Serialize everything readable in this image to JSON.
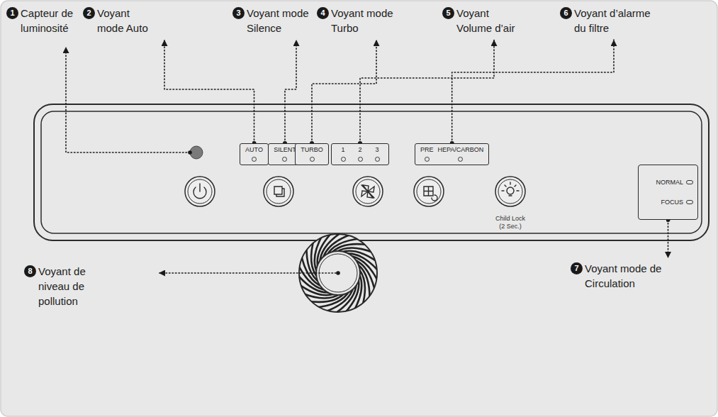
{
  "diagram": {
    "nodes": [
      {
        "text": [
          "1",
          "Capteur de luminosité"
        ]
      },
      {
        "text": [
          "2",
          "Voyant mode Auto"
        ]
      },
      {
        "text": [
          "3",
          "Voyant mode Silence"
        ]
      },
      {
        "text": [
          "4",
          "Voyant mode Turbo"
        ]
      },
      {
        "text": [
          "5",
          "Voyant Volume d’air"
        ]
      },
      {
        "text": [
          "6",
          "Voyant d’alarme du filtre"
        ]
      },
      {
        "text": [
          "AUTO"
        ]
      },
      {
        "text": [
          "SILENT"
        ]
      },
      {
        "text": [
          "TURBO"
        ]
      },
      {
        "text": [
          "1",
          "2",
          "3"
        ]
      },
      {
        "text": [
          "PRE",
          "HEPA/CARBON"
        ]
      },
      {
        "text": [
          "NORMAL",
          "FOCUS"
        ]
      },
      {
        "text": [
          "7",
          "Voyant mode de Circulation"
        ]
      },
      {
        "text": [
          "8",
          "Voyant de niveau de pollution"
        ]
      }
    ],
    "edges": [
      {
        "from": 6,
        "to": 1,
        "arrow": "to"
      },
      {
        "from": 7,
        "to": 2,
        "arrow": "to"
      },
      {
        "from": 8,
        "to": 3,
        "arrow": "to"
      },
      {
        "from": 9,
        "to": 4,
        "arrow": "to"
      },
      {
        "from": 10,
        "to": 5,
        "arrow": "to"
      },
      {
        "from": 11,
        "to": 12,
        "arrow": "to"
      }
    ],
    "labels": [
      "Child Lock (2 Sec.)"
    ]
  }
}
